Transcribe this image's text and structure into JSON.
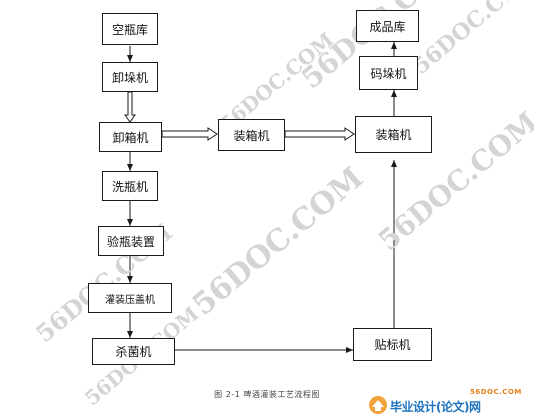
{
  "nodes": {
    "empty_bottle_store": "空瓶库",
    "unstacker": "卸垛机",
    "case_unloader": "卸箱机",
    "bottle_washer": "洗瓶机",
    "bottle_inspector": "验瓶装置",
    "filler_capper": "灌装压盖机",
    "pasteurizer": "杀菌机",
    "labeler": "贴标机",
    "case_packer_right": "装箱机",
    "case_packer_middle": "装箱机",
    "palletizer": "码垛机",
    "finished_goods_store": "成品库"
  },
  "caption": "图 2-1  啤酒灌装工艺流程图",
  "watermark_text": "56DOC.COM",
  "footer_logo": {
    "small_text": "56DOC.COM",
    "main_text": "毕业设计(论文)网"
  },
  "colors": {
    "line": "#1a1a1a",
    "watermark": "#d4d4d4",
    "logo_orange": "#e5801c",
    "logo_blue": "#1e73be"
  }
}
